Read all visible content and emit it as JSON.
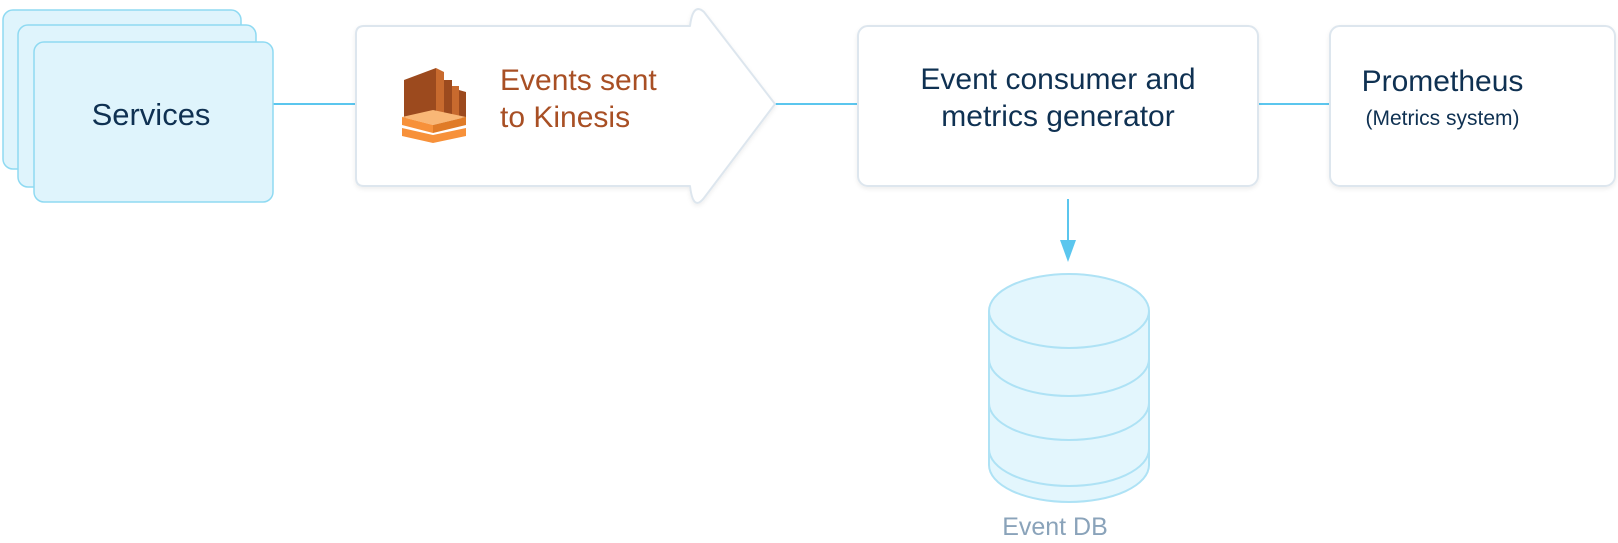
{
  "nodes": {
    "services": {
      "label": "Services"
    },
    "kinesis": {
      "line1": "Events sent",
      "line2": "to Kinesis"
    },
    "consumer": {
      "line1": "Event consumer and",
      "line2": "metrics generator"
    },
    "prometheus": {
      "title": "Prometheus",
      "subtitle": "(Metrics system)"
    },
    "event_db": {
      "label": "Event DB"
    }
  },
  "icons": {
    "kinesis": "aws-kinesis-icon",
    "database": "database-cylinder-icon"
  },
  "colors": {
    "services_fill": "#dff4fc",
    "services_stroke": "#8fdaf2",
    "connector": "#5bc6ee",
    "box_stroke": "#dde6ee",
    "kinesis_text": "#a84f24",
    "kinesis_orange": "#f7913a",
    "kinesis_brown": "#9c4a1e",
    "title_text": "#0f3152",
    "db_fill": "#e3f6fd",
    "db_stroke": "#aee2f5",
    "db_label": "#8aa3ba"
  }
}
